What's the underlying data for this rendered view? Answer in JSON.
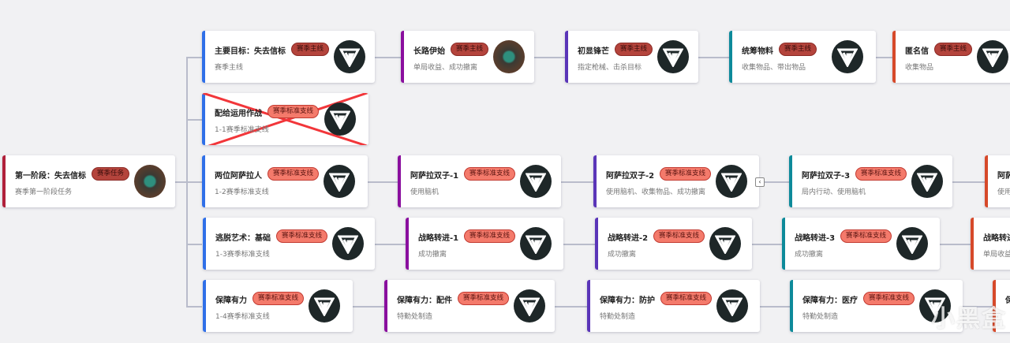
{
  "colors": {
    "main_tag": "#b4443c",
    "std_tag": "#f47a6b",
    "blue": "#2f6fe8",
    "purple": "#8a0f9e",
    "indigo": "#5a35b8",
    "teal": "#0d8a9a",
    "orange": "#d6492a",
    "crimson": "#b0203a"
  },
  "root": {
    "title": "第一阶段：失去信标",
    "tag": "赛季任务",
    "desc": "赛季第一阶段任务",
    "icon": "photo"
  },
  "rows": [
    [
      {
        "title": "主要目标：失去信标",
        "tag": "赛季主线",
        "desc": "赛季主线",
        "icon": "logo"
      },
      {
        "title": "长路伊始",
        "tag": "赛季主线",
        "desc": "单局收益、成功撤离",
        "icon": "photo"
      },
      {
        "title": "初显锋芒",
        "tag": "赛季主线",
        "desc": "指定枪械、击杀目标",
        "icon": "logo"
      },
      {
        "title": "统筹物料",
        "tag": "赛季主线",
        "desc": "收集物品、带出物品",
        "icon": "logo"
      },
      {
        "title": "匿名信",
        "tag": "赛季主线",
        "desc": "收集物品",
        "icon": "logo"
      }
    ],
    [
      {
        "title": "配给运用作战",
        "tag": "赛季标准支线",
        "desc": "1-1赛季标准支线",
        "icon": "logo",
        "crossed": true
      }
    ],
    [
      {
        "title": "两位阿萨拉人",
        "tag": "赛季标准支线",
        "desc": "1-2赛季标准支线",
        "icon": "logo"
      },
      {
        "title": "阿萨拉双子-1",
        "tag": "赛季标准支线",
        "desc": "使用脑机",
        "icon": "logo"
      },
      {
        "title": "阿萨拉双子-2",
        "tag": "赛季标准支线",
        "desc": "使用脑机、收集物品、成功撤离",
        "icon": "logo"
      },
      {
        "title": "阿萨拉双子-3",
        "tag": "赛季标准支线",
        "desc": "局内行动、使用脑机",
        "icon": "logo"
      },
      {
        "title": "阿萨",
        "desc": "使用"
      }
    ],
    [
      {
        "title": "逃脱艺术：基础",
        "tag": "赛季标准支线",
        "desc": "1-3赛季标准支线",
        "icon": "logo"
      },
      {
        "title": "战略转进-1",
        "tag": "赛季标准支线",
        "desc": "成功撤离",
        "icon": "logo"
      },
      {
        "title": "战略转进-2",
        "tag": "赛季标准支线",
        "desc": "成功撤离",
        "icon": "logo"
      },
      {
        "title": "战略转进-3",
        "tag": "赛季标准支线",
        "desc": "成功撤离",
        "icon": "logo"
      },
      {
        "title": "战略转进",
        "desc": "单局收益"
      }
    ],
    [
      {
        "title": "保障有力",
        "tag": "赛季标准支线",
        "desc": "1-4赛季标准支线",
        "icon": "logo"
      },
      {
        "title": "保障有力：配件",
        "tag": "赛季标准支线",
        "desc": "特勤处制造",
        "icon": "logo"
      },
      {
        "title": "保障有力：防护",
        "tag": "赛季标准支线",
        "desc": "特勤处制造",
        "icon": "logo"
      },
      {
        "title": "保障有力：医疗",
        "tag": "赛季标准支线",
        "desc": "特勤处制造",
        "icon": "logo"
      },
      {
        "title": "保",
        "desc": ""
      }
    ]
  ],
  "collapse_icon": "‹",
  "watermark": "小黑盒"
}
